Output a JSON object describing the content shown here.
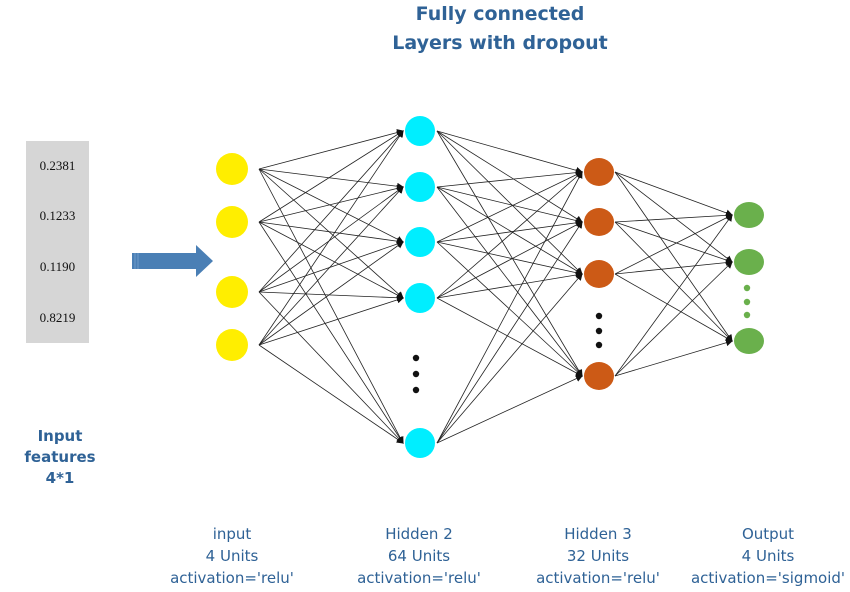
{
  "title": {
    "line1": "Fully connected",
    "line2": "Layers with dropout"
  },
  "input_features": {
    "values": [
      "0.2381",
      "0.1233",
      "0.1190",
      "0.8219"
    ],
    "caption_line1": "Input features",
    "caption_line2": "4*1",
    "box_color": "#d6d6d6",
    "arrow_color": "#4a7fb5"
  },
  "layers": [
    {
      "name": "input",
      "units": "4 Units",
      "activation": "activation='relu'",
      "color": "#ffee00",
      "visible_nodes": 4,
      "ellipsis": false
    },
    {
      "name": "Hidden 2",
      "units": "64 Units",
      "activation": "activation='relu'",
      "color": "#00eeff",
      "visible_nodes": 5,
      "ellipsis": true
    },
    {
      "name": "Hidden 3",
      "units": "32 Units",
      "activation": "activation='relu'",
      "color": "#cc5a16",
      "visible_nodes": 4,
      "ellipsis": true
    },
    {
      "name": "Output",
      "units": "4 Units",
      "activation": "activation='sigmoid'",
      "color": "#6ab04c",
      "visible_nodes": 3,
      "ellipsis": true
    }
  ],
  "colors": {
    "text_blue": "#2f6296",
    "edge": "#222222",
    "ellipsis_dark": "#111111",
    "ellipsis_output": "#6ab04c"
  }
}
